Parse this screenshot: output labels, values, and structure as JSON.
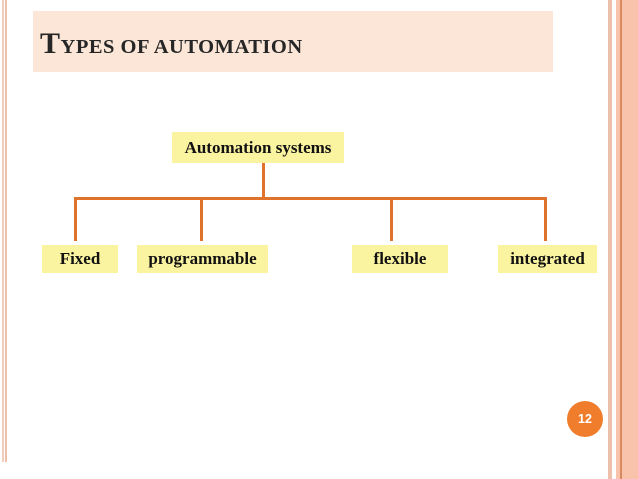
{
  "title": {
    "text": "TYPES OF AUTOMATION"
  },
  "page": {
    "number": "12"
  },
  "diagram": {
    "type": "tree",
    "root": {
      "label": "Automation systems"
    },
    "children": [
      {
        "label": "Fixed"
      },
      {
        "label": "programmable"
      },
      {
        "label": "flexible"
      },
      {
        "label": "integrated"
      }
    ]
  },
  "colors": {
    "title_band_bg": "#fce6d7",
    "node_bg": "#faf3a0",
    "connector": "#e0732c",
    "page_circle": "#ef7d2b",
    "side_band": "#f8c3aa",
    "side_line": "#d88a5e",
    "edge_line": "#eec0ac",
    "edge_line_light": "#f3cdbb"
  }
}
